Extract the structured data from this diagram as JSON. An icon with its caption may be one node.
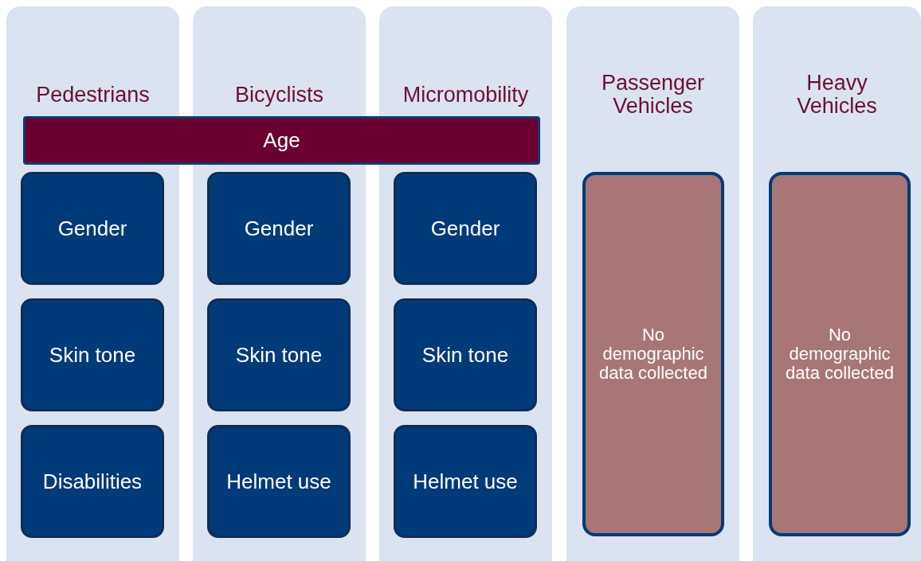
{
  "diagram": {
    "nodes": [
      {
        "text": [
          "Pedestrians"
        ]
      },
      {
        "text": [
          "Bicyclists"
        ]
      },
      {
        "text": [
          "Micromobility"
        ]
      },
      {
        "text": [
          "Passenger Vehicles"
        ]
      },
      {
        "text": [
          "Heavy Vehicles"
        ]
      },
      {
        "text": [
          "Age"
        ]
      },
      {
        "text": [
          "Gender"
        ],
        "in": 0
      },
      {
        "text": [
          "Skin tone"
        ],
        "in": 0
      },
      {
        "text": [
          "Disabilities"
        ],
        "in": 0
      },
      {
        "text": [
          "Gender"
        ],
        "in": 1
      },
      {
        "text": [
          "Skin tone"
        ],
        "in": 1
      },
      {
        "text": [
          "Helmet use"
        ],
        "in": 1
      },
      {
        "text": [
          "Gender"
        ],
        "in": 2
      },
      {
        "text": [
          "Skin tone"
        ],
        "in": 2
      },
      {
        "text": [
          "Helmet use"
        ],
        "in": 2
      },
      {
        "text": [
          "No demographic data collected"
        ],
        "in": 3
      },
      {
        "text": [
          "No demographic data collected"
        ],
        "in": 4
      }
    ]
  }
}
